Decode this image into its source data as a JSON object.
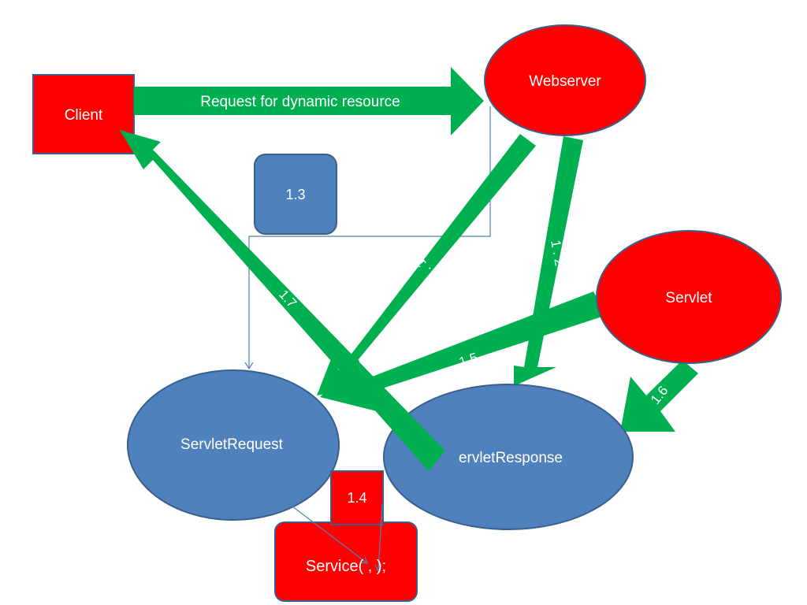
{
  "colors": {
    "node_red": "#ff0000",
    "node_blue": "#4f81bd",
    "arrow_green": "#00b050",
    "thin_line": "#4f81bd",
    "text": "#ffffff"
  },
  "nodes": {
    "client": "Client",
    "webserver": "Webserver",
    "servlet": "Servlet",
    "servlet_request": "ServletRequest",
    "servlet_response": "ervletResponse",
    "step_1_3": "1.3",
    "step_1_4": "1.4",
    "service_call": "Service(  ,    );"
  },
  "arrows": {
    "request": "Request for dynamic resource",
    "step_1_1": "1 . 1",
    "step_1_2": "1 . 2",
    "step_1_5": "1.5",
    "step_1_6": "1.6",
    "step_1_7": "1.7"
  }
}
